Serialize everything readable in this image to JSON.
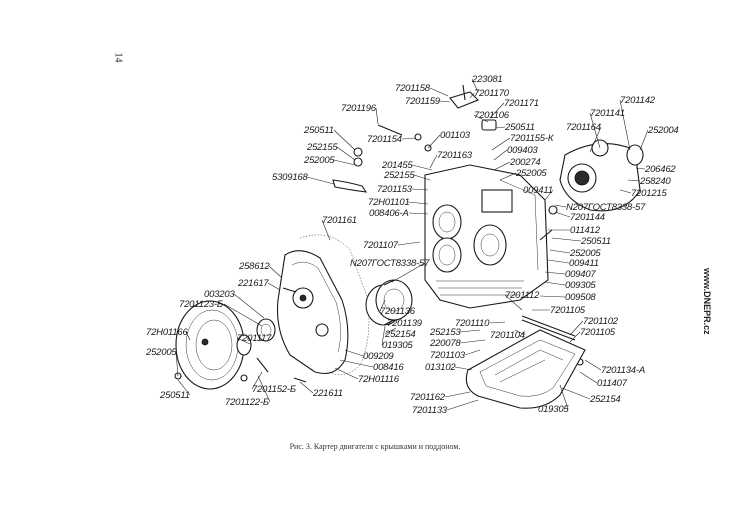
{
  "page_number": "14",
  "watermark": "www.DNEPR.cz",
  "caption": "Рис. 3. Картер двигателя с крышками и поддоном.",
  "labels": [
    {
      "text": "7201158"
    },
    {
      "text": "223081"
    },
    {
      "text": "7201170"
    },
    {
      "text": "7201159"
    },
    {
      "text": "7201171"
    },
    {
      "text": "7201106"
    },
    {
      "text": "7201196"
    },
    {
      "text": "250511"
    },
    {
      "text": "7201154"
    },
    {
      "text": "001103"
    },
    {
      "text": "250511"
    },
    {
      "text": "7201155-К"
    },
    {
      "text": "252155"
    },
    {
      "text": "7201163"
    },
    {
      "text": "009403"
    },
    {
      "text": "252005"
    },
    {
      "text": "201455"
    },
    {
      "text": "200274"
    },
    {
      "text": "252155"
    },
    {
      "text": "252005"
    },
    {
      "text": "5309168"
    },
    {
      "text": "7201153"
    },
    {
      "text": "009411"
    },
    {
      "text": "72Н01101"
    },
    {
      "text": "008406-А"
    },
    {
      "text": "7201142"
    },
    {
      "text": "7201141"
    },
    {
      "text": "7201164"
    },
    {
      "text": "252004"
    },
    {
      "text": "206462"
    },
    {
      "text": "258240"
    },
    {
      "text": "7201215"
    },
    {
      "text": "N207ГОСТ8338-57"
    },
    {
      "text": "7201144"
    },
    {
      "text": "011412"
    },
    {
      "text": "250511"
    },
    {
      "text": "252005"
    },
    {
      "text": "009411"
    },
    {
      "text": "009407"
    },
    {
      "text": "009305"
    },
    {
      "text": "009508"
    },
    {
      "text": "7201161"
    },
    {
      "text": "7201107"
    },
    {
      "text": "N207ГОСТ8338-57"
    },
    {
      "text": "258612"
    },
    {
      "text": "221617"
    },
    {
      "text": "003203"
    },
    {
      "text": "7201123-Б"
    },
    {
      "text": "7201117"
    },
    {
      "text": "72Н01166"
    },
    {
      "text": "252005"
    },
    {
      "text": "250511"
    },
    {
      "text": "7201136"
    },
    {
      "text": "7201139"
    },
    {
      "text": "252154"
    },
    {
      "text": "019305"
    },
    {
      "text": "009209"
    },
    {
      "text": "008416"
    },
    {
      "text": "72Н01116"
    },
    {
      "text": "7201152-Б"
    },
    {
      "text": "7201122-Б"
    },
    {
      "text": "221611"
    },
    {
      "text": "7201112"
    },
    {
      "text": "7201105"
    },
    {
      "text": "7201110"
    },
    {
      "text": "7201104"
    },
    {
      "text": "252153"
    },
    {
      "text": "220078"
    },
    {
      "text": "7201103"
    },
    {
      "text": "013102"
    },
    {
      "text": "7201102"
    },
    {
      "text": "7201105"
    },
    {
      "text": "7201134-А"
    },
    {
      "text": "011407"
    },
    {
      "text": "252154"
    },
    {
      "text": "7201162"
    },
    {
      "text": "7201133"
    },
    {
      "text": "019305"
    }
  ]
}
